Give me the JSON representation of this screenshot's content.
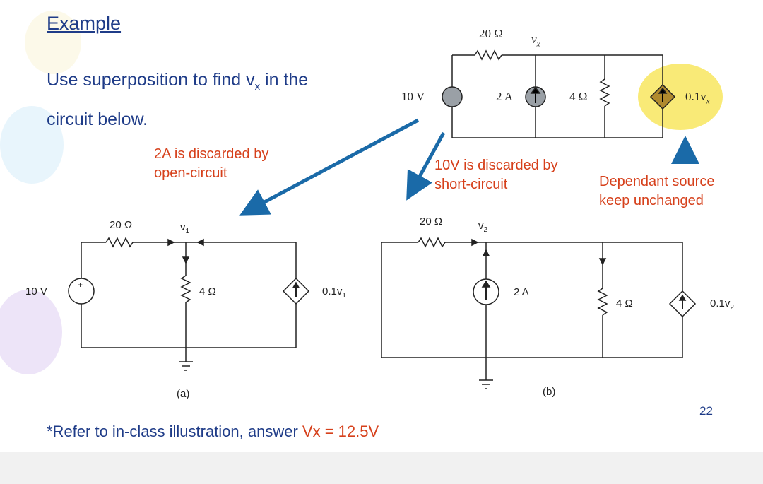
{
  "slide": {
    "title": "Example",
    "problem_line1": "Use superposition to find v",
    "problem_sub": "x",
    "problem_line2": " in the",
    "problem_line3": "circuit below.",
    "note_left_1": "2A is discarded by",
    "note_left_2": "open-circuit",
    "note_mid_1": "10V is discarded by",
    "note_mid_2": "short-circuit",
    "note_right_1": "Dependant source",
    "note_right_2": "keep unchanged",
    "answer_prefix": "*Refer to in-class illustration, answer ",
    "answer_value": "Vx = 12.5V",
    "page_number": "22"
  },
  "original_circuit": {
    "resistor1": "20 Ω",
    "vx_label": "v",
    "vx_sub": "x",
    "source_label": "10 V",
    "current_label": "2 A",
    "resistor2": "4 Ω",
    "dep_label": "0.1v",
    "dep_sub": "x"
  },
  "circuit_a": {
    "resistor1": "20 Ω",
    "node_label": "v",
    "node_sub": "1",
    "source_label": "10 V",
    "plus": "+",
    "resistor2": "4 Ω",
    "dep_label": "0.1v",
    "dep_sub": "1",
    "caption": "(a)"
  },
  "circuit_b": {
    "resistor1": "20 Ω",
    "node_label": "v",
    "node_sub": "2",
    "current_label": "2 A",
    "resistor2": "4 Ω",
    "dep_label": "0.1v",
    "dep_sub": "2",
    "caption": "(b)"
  },
  "colors": {
    "heading_blue": "#1f3c88",
    "note_red": "#d6401b",
    "arrow_blue": "#1a6aa8",
    "highlight_yellow": "#f7e34a"
  }
}
